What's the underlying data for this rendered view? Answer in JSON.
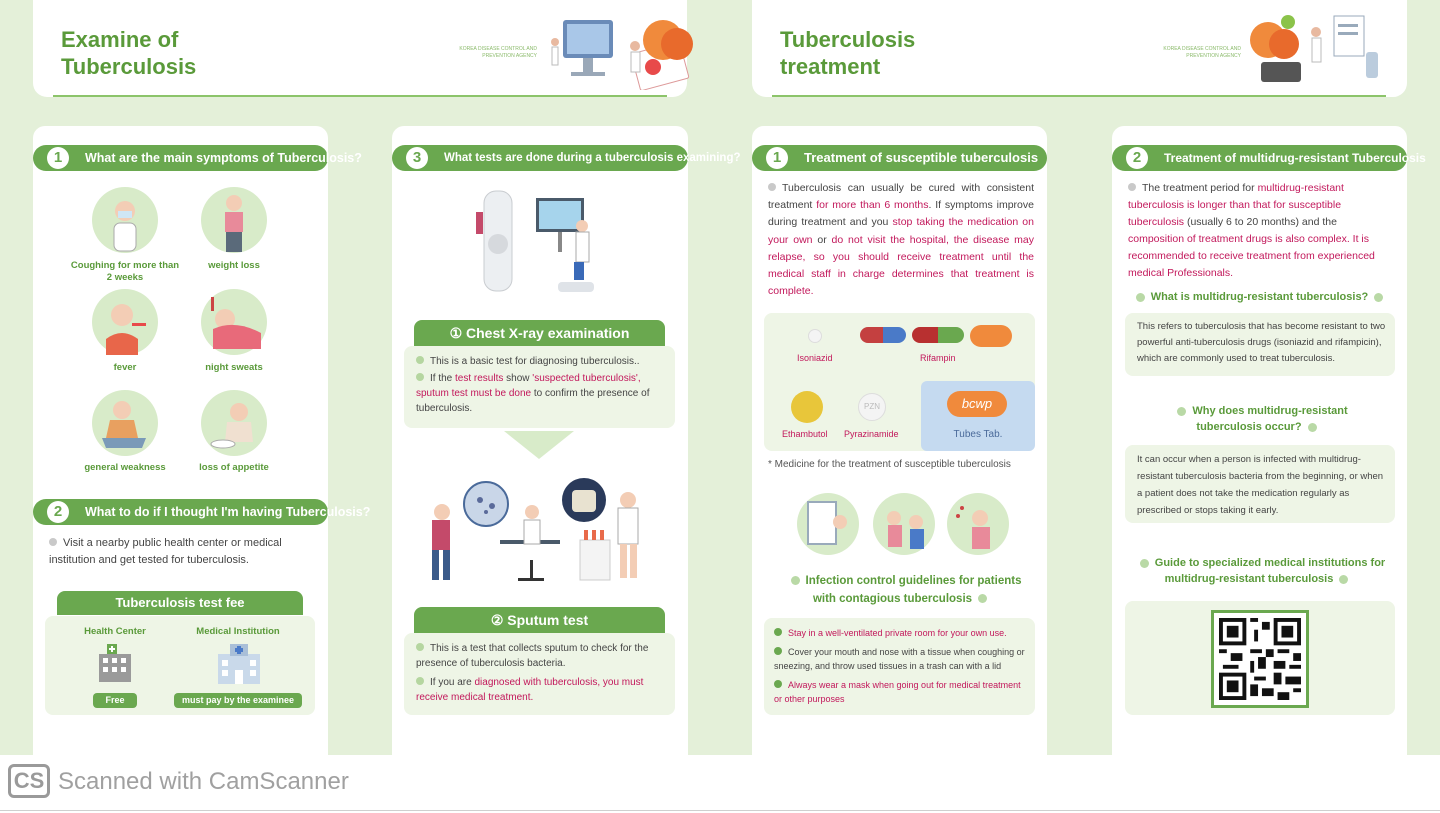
{
  "left_header": {
    "title": "Examine of\nTuberculosis",
    "agency": "KOREA DISEASE CONTROL AND\nPREVENTION AGENCY"
  },
  "right_header": {
    "title": "Tuberculosis\ntreatment",
    "agency": "KOREA DISEASE CONTROL AND\nPREVENTION AGENCY"
  },
  "panel1": {
    "sec1": {
      "num": "1",
      "title": "What are the main symptoms of Tuberculosis?"
    },
    "symptoms": [
      "Coughing for more than 2 weeks",
      "weight loss",
      "fever",
      "night sweats",
      "general weakness",
      "loss of appetite"
    ],
    "sec2": {
      "num": "2",
      "title": "What to do if I thought I'm having Tuberculosis?"
    },
    "visit_text": "Visit a nearby public health center or medical institution and get tested for tuberculosis.",
    "fee": {
      "title": "Tuberculosis test fee",
      "col1": "Health Center",
      "col2": "Medical Institution",
      "badge1": "Free",
      "badge2": "must pay by the examinee"
    }
  },
  "panel2": {
    "sec3": {
      "num": "3",
      "title": "What tests are done during a tuberculosis examining?"
    },
    "xray": {
      "title": "① Chest X-ray examination",
      "b1": "This is a basic test for diagnosing tuberculosis..",
      "b2a": "If the ",
      "b2b": "test results",
      "b2c": " show ",
      "b2d": "'suspected tuberculosis', sputum test must be done",
      "b2e": " to confirm the presence of tuberculosis."
    },
    "sputum": {
      "title": "② Sputum test",
      "b1": "This is a test that collects sputum to check for the presence of tuberculosis bacteria.",
      "b2a": "If you are  ",
      "b2b": "diagnosed with tuberculosis, you must receive medical treatment."
    }
  },
  "panel3": {
    "sec1": {
      "num": "1",
      "title": "Treatment of susceptible tuberculosis"
    },
    "p_a": "Tuberculosis can usually be cured with consistent treatment ",
    "p_b": "for more than 6 months",
    "p_c": ". If symptoms improve during treatment and you ",
    "p_d": "stop taking the medication on your own",
    "p_e": " or ",
    "p_f": "do not visit the hospital, the disease may relapse, so you should receive treatment until the medical staff in charge determines that treatment is complete.",
    "meds": {
      "isoniazid": "Isoniazid",
      "rifampin": "Rifampin",
      "ethambutol": "Ethambutol",
      "pyrazinamide": "Pyrazinamide",
      "tubes": "Tubes Tab.",
      "pzn": "PZN",
      "tube_mark": "bcwp"
    },
    "note": "* Medicine for the treatment of susceptible tuberculosis",
    "infection_title": "Infection control guidelines for patients with contagious tuberculosis",
    "g1": "Stay in a well-ventilated private room for your own use.",
    "g2": "Cover your mouth and nose with a tissue when coughing or sneezing, and throw used tissues in a trash can with a lid",
    "g3": "Always wear a mask when going out for medical treatment or other purposes"
  },
  "panel4": {
    "sec2": {
      "num": "2",
      "title": "Treatment of multidrug-resistant Tuberculosis"
    },
    "p_a": "The treatment period for ",
    "p_b": "multidrug-resistant tuberculosis is longer than that for susceptible tuberculosis",
    "p_c": " (usually 6 to 20 months) and the ",
    "p_d": "composition of treatment drugs is also complex. It is recommended to receive treatment from experienced medical Professionals.",
    "q1": "What is multidrug-resistant tuberculosis?",
    "a1": "This refers to tuberculosis that has become resistant to two powerful anti-tuberculosis drugs (isoniazid and rifampicin), which are commonly used to treat tuberculosis.",
    "q2a": "Why does multidrug-resistant",
    "q2b": "tuberculosis occur?",
    "a2": "It can occur when a person is infected with multidrug-resistant tuberculosis bacteria from the beginning, or when a patient does not take the medication regularly as prescribed or stops taking it early.",
    "q3a": "Guide to specialized medical institutions for",
    "q3b": "multidrug-resistant tuberculosis"
  },
  "footer": {
    "logo": "CS",
    "text": "Scanned with CamScanner"
  },
  "colors": {
    "green": "#6aa84f",
    "light_green": "#e4f0d9",
    "accent_red": "#c2185b"
  }
}
